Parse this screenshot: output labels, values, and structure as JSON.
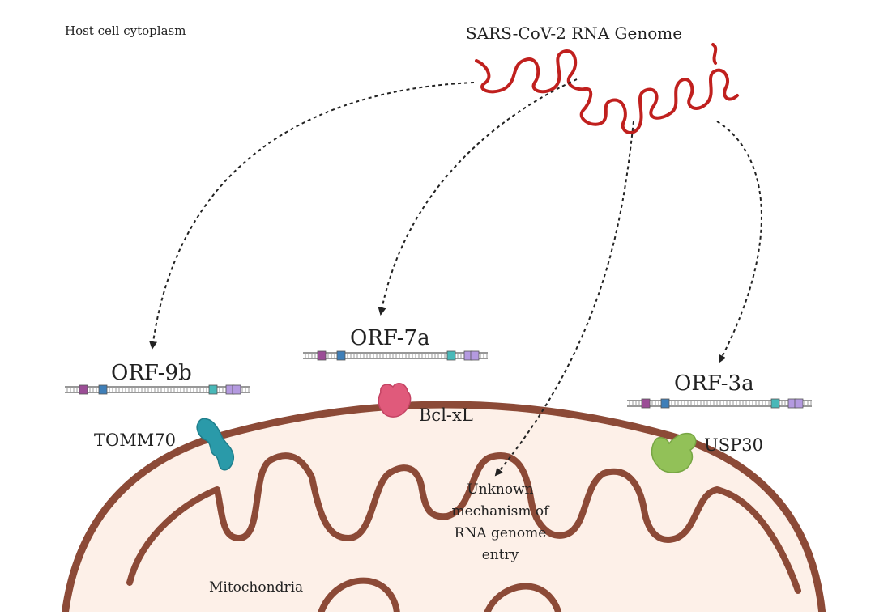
{
  "context_label": "Host cell cytoplasm",
  "genome_label": "SARS-CoV-2 RNA Genome",
  "orfs": [
    {
      "id": "orf9b",
      "label": "ORF-9b"
    },
    {
      "id": "orf7a",
      "label": "ORF-7a"
    },
    {
      "id": "orf3a",
      "label": "ORF-3a"
    }
  ],
  "proteins": [
    {
      "id": "tomm70",
      "label": "TOMM70",
      "color": "#2a9aa9"
    },
    {
      "id": "bclxl",
      "label": "Bcl-xL",
      "color": "#e05a7b"
    },
    {
      "id": "usp30",
      "label": "USP30",
      "color": "#92c158"
    }
  ],
  "unknown_mechanism_label": "Unknown mechanism of RNA genome entry",
  "mitochondria_label": "Mitochondria",
  "colors": {
    "rna": "#c0201e",
    "membrane": "#8c4a37",
    "mito_fill": "#fdf0e8",
    "gene_bar": "#777777",
    "arrow": "#222222"
  }
}
